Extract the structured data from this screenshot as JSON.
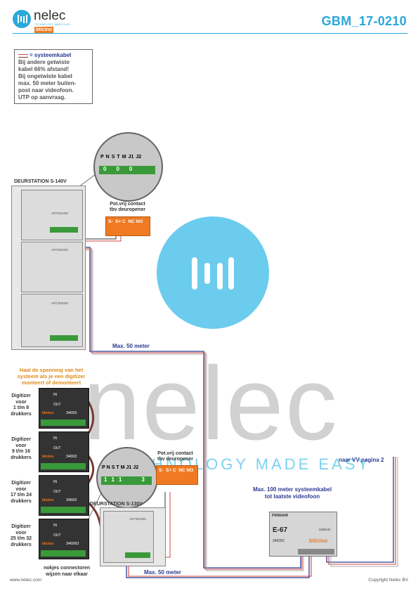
{
  "header": {
    "brand": "nelec",
    "brand_tagline": "TECHNOLOGY MADE EASY",
    "partner": "bticino",
    "doc_number": "GBM_17-0210"
  },
  "note": {
    "legend_label": "= systeemkabel",
    "lines": [
      "Bij andere getwiste",
      "kabel 66% afstand!",
      "Bij ongetwiste kabel",
      "max. 50 meter buiten-",
      "post naar videofoon.",
      "UTP op aanvraag."
    ]
  },
  "dip_top": {
    "labels": [
      "P",
      "N",
      "S",
      "T",
      "M",
      "J1",
      "J2"
    ],
    "values": [
      "0",
      "0",
      "0"
    ]
  },
  "dip_bottom": {
    "labels": [
      "P",
      "N",
      "S",
      "T",
      "M",
      "J1",
      "J2"
    ],
    "values": [
      "1",
      "1",
      "1",
      "3"
    ]
  },
  "station_top": {
    "title": "DEURSTATION S-140V",
    "module_codes": [
      "ART351000",
      "ART352000",
      "ART353000"
    ]
  },
  "station_bottom": {
    "title": "DEURSTATION S-130V",
    "module_code": "ART351000"
  },
  "contact_top": {
    "title_lines": [
      "Pot.vrij contact",
      "tbv deuropener"
    ],
    "terminals": "S-  S+ C  NC NO"
  },
  "contact_bottom": {
    "title_lines": [
      "Pot.vrij contact",
      "tbv deuropener"
    ],
    "terminals": "S-  S+ C  NC NO"
  },
  "max_50_top": "Max. 50 meter",
  "max_50_bottom": "Max. 50 meter",
  "digitizer_warning": [
    "Haal de spanning van het",
    "systeem als je een digitizer",
    "monteert of demonteert"
  ],
  "digitizers": [
    {
      "label": [
        "Digitizer",
        "voor",
        "1 t/m 8",
        "drukkers"
      ],
      "code": "34693"
    },
    {
      "label": [
        "Digitizer",
        "voor",
        "9 t/m 16",
        "drukkers"
      ],
      "code": "34693"
    },
    {
      "label": [
        "Digitizer",
        "voor",
        "17 t/m 24",
        "drukkers"
      ],
      "code": "34693"
    },
    {
      "label": [
        "Digitizer",
        "voor",
        "25 t/m 32",
        "drukkers"
      ],
      "code": "346993"
    }
  ],
  "digitizer_brand": "bticino",
  "in_label": "IN",
  "out_label": "OUT",
  "nokjes": [
    "nokjes connectoren",
    "wijzen naar elkaar"
  ],
  "naar_vv": "naar VV pagina 2",
  "max_100": [
    "Max. 100 meter systeemkabel",
    "tot laatste videofoon"
  ],
  "psu": {
    "primair": "PRIMAIR",
    "model": "E-67",
    "code": "346050",
    "brand": "bticino",
    "id": "2356AD"
  },
  "footer": {
    "left": "www.nelec.com",
    "right": "Copyright Nelec BV"
  },
  "colors": {
    "accent": "#2aa8d9",
    "navy": "#2b3a8f",
    "orange": "#f07a22",
    "cable": "#7a3b2e"
  }
}
